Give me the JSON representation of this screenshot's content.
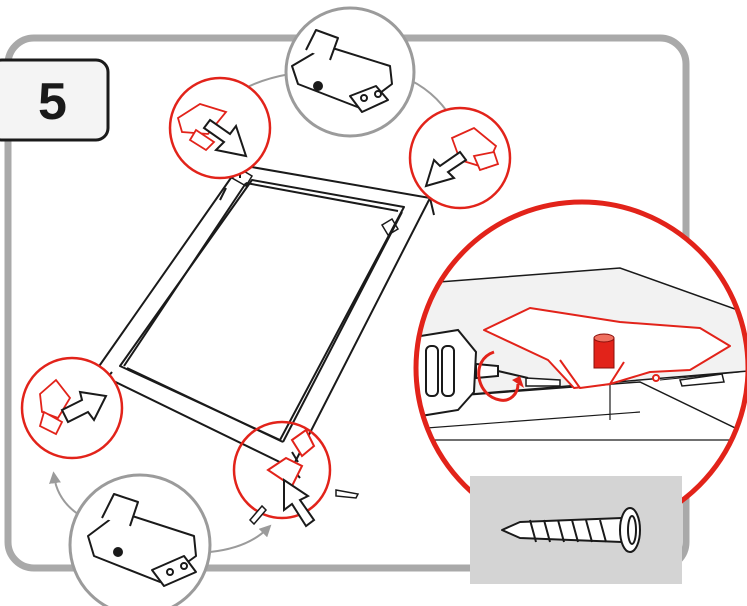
{
  "step": {
    "number": "5"
  },
  "colors": {
    "frame_border": "#a9a9a9",
    "accent_red": "#e2231a",
    "outline": "#1a1a1a",
    "callout_gray": "#9b9b9b",
    "screw_panel": "#d4d4d4",
    "ceiling": "#f2f2f2"
  },
  "icons": {
    "step_badge": "step-number-badge",
    "frame": "rectangular-frame-assembly",
    "bracket": "corner-bracket-icon",
    "drill": "power-drill-icon",
    "screw": "self-tapping-screw-icon"
  }
}
